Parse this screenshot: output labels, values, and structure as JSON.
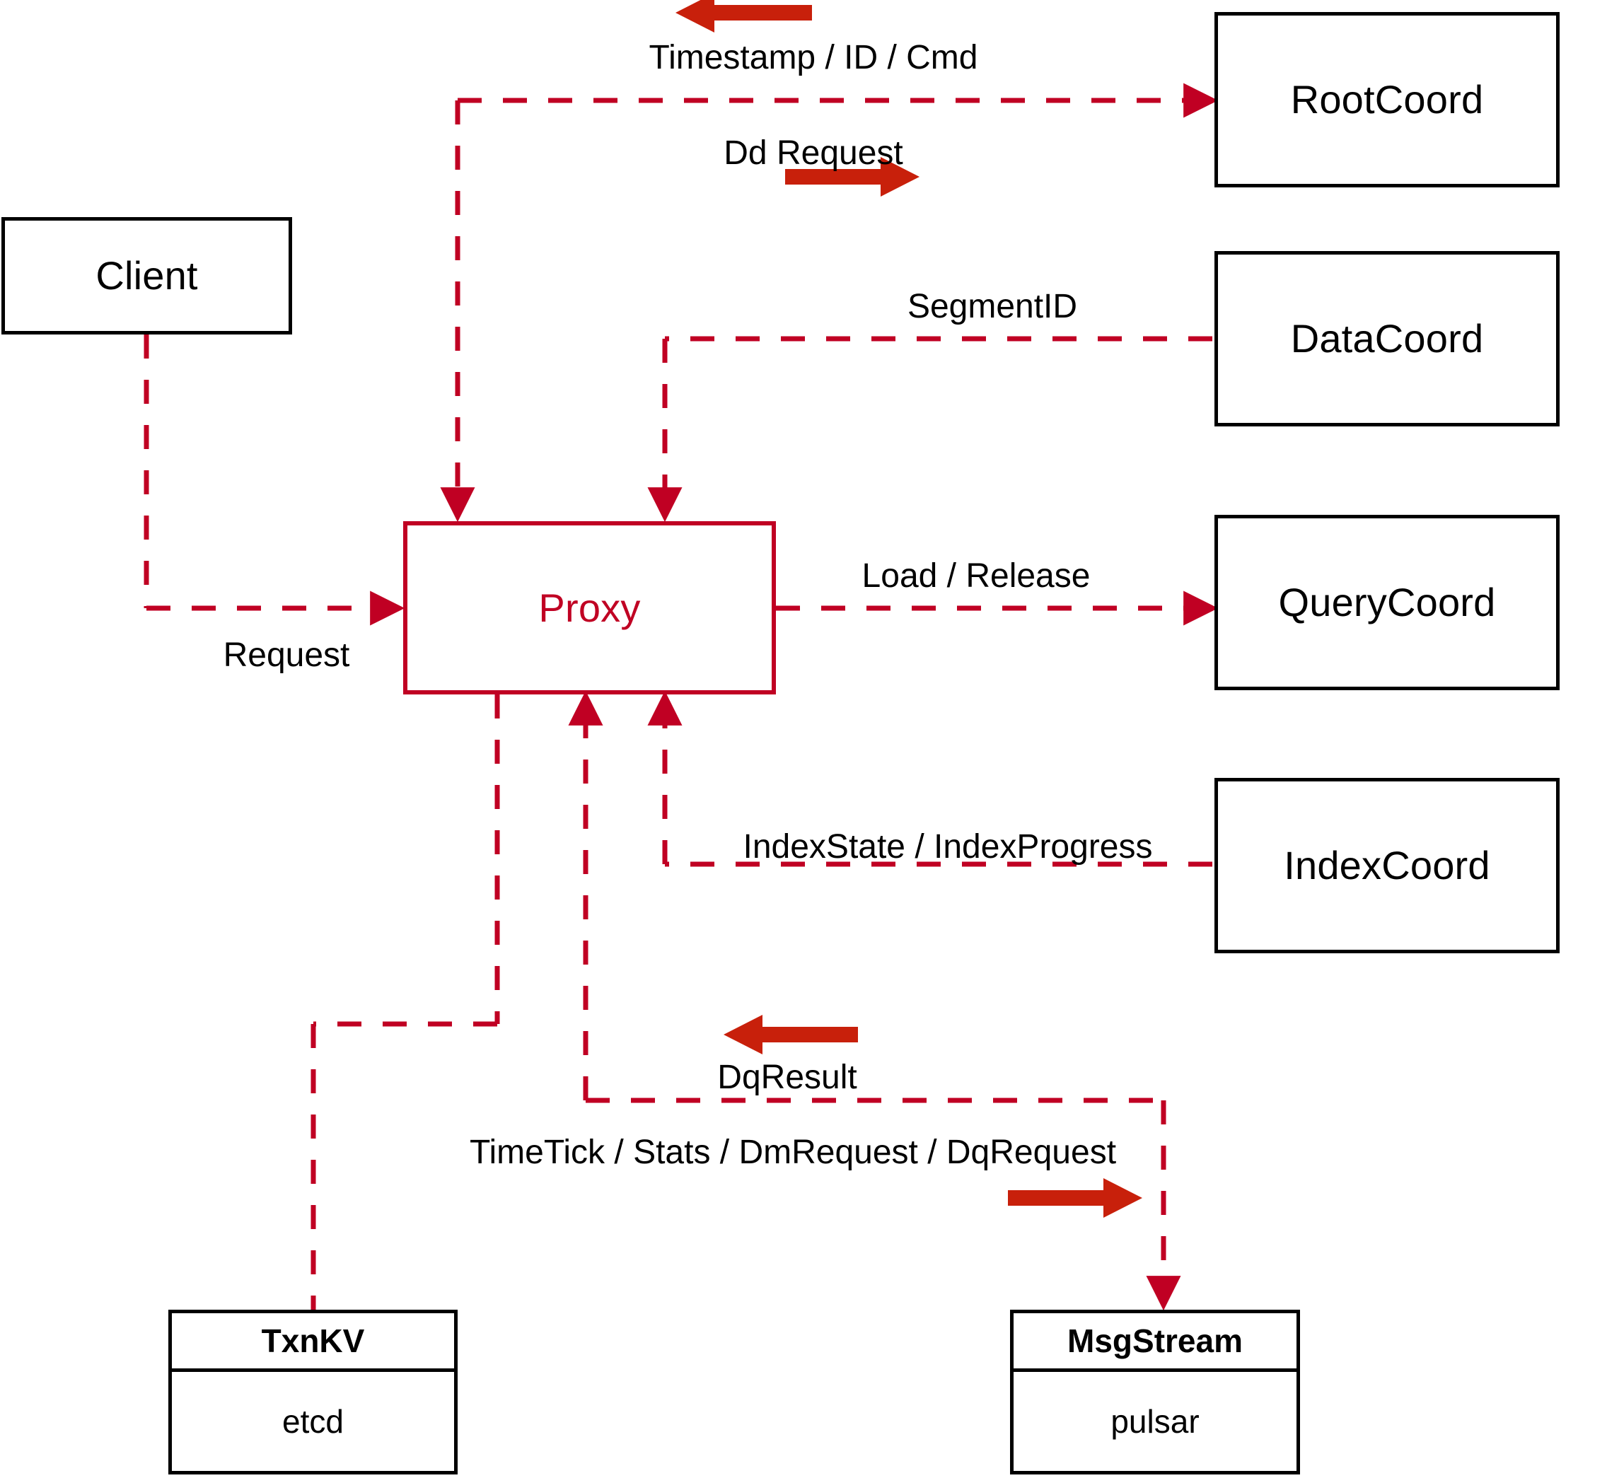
{
  "diagram": {
    "title": "Proxy component interaction diagram",
    "accent_color": "#c00023",
    "node_color": "#000000",
    "arrow_color": "#c8200b",
    "background": "#ffffff"
  },
  "nodes": {
    "client": {
      "label": "Client"
    },
    "proxy": {
      "label": "Proxy"
    },
    "root_coord": {
      "label": "RootCoord"
    },
    "data_coord": {
      "label": "DataCoord"
    },
    "query_coord": {
      "label": "QueryCoord"
    },
    "index_coord": {
      "label": "IndexCoord"
    },
    "txn_kv": {
      "title": "TxnKV",
      "body": "etcd"
    },
    "msg_stream": {
      "title": "MsgStream",
      "body": "pulsar"
    }
  },
  "edges": [
    {
      "id": "timestamp-id-cmd",
      "label": "Timestamp / ID / Cmd",
      "from": "RootCoord",
      "to": "Proxy",
      "direction": "left"
    },
    {
      "id": "dd-request",
      "label": "Dd Request",
      "from": "Proxy",
      "to": "RootCoord",
      "direction": "right"
    },
    {
      "id": "segment-id",
      "label": "SegmentID",
      "from": "DataCoord",
      "to": "Proxy",
      "direction": "left"
    },
    {
      "id": "load-release",
      "label": "Load / Release",
      "from": "Proxy",
      "to": "QueryCoord",
      "direction": "right"
    },
    {
      "id": "index-state-progress",
      "label": "IndexState / IndexProgress",
      "from": "IndexCoord",
      "to": "Proxy",
      "direction": "left"
    },
    {
      "id": "request",
      "label": "Request",
      "from": "Client",
      "to": "Proxy",
      "direction": "right"
    },
    {
      "id": "dq-result",
      "label": "DqResult",
      "from": "MsgStream",
      "to": "Proxy",
      "direction": "left"
    },
    {
      "id": "timetick-stats",
      "label": "TimeTick / Stats / DmRequest / DqRequest",
      "from": "Proxy",
      "to": "MsgStream",
      "direction": "right"
    },
    {
      "id": "txnkv-link",
      "label": "",
      "from": "Proxy",
      "to": "TxnKV",
      "direction": "down"
    }
  ]
}
